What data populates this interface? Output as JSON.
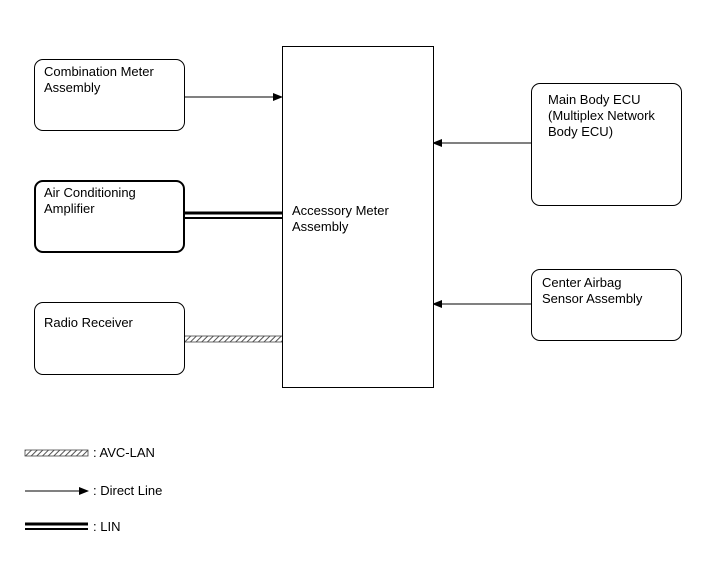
{
  "boxes": {
    "combination_meter": "Combination Meter\nAssembly",
    "air_conditioning": "Air Conditioning\nAmplifier",
    "radio_receiver": "Radio Receiver",
    "accessory_meter": "Accessory Meter\nAssembly",
    "main_body_ecu": "Main Body ECU\n(Multiplex Network\nBody ECU)",
    "center_airbag": "Center Airbag\nSensor Assembly"
  },
  "legend": {
    "avc_lan": ": AVC-LAN",
    "direct_line": ": Direct Line",
    "lin": ": LIN"
  }
}
